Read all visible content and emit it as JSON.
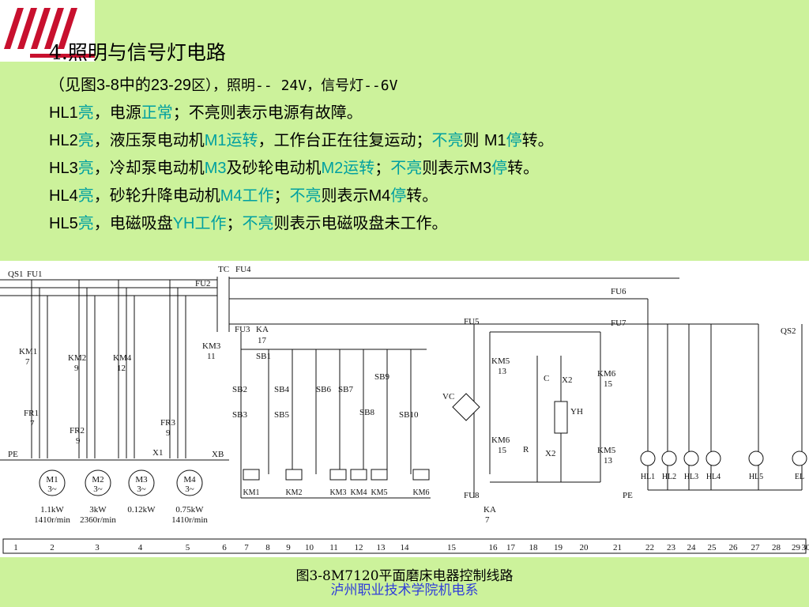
{
  "heading": "4.照明与信号灯电路",
  "subtitle": {
    "p1": "（见图",
    "ref": "3-8",
    "p2": "中的",
    "zone": "23-29",
    "p3": "区），照明-- 24V，信号灯--6V"
  },
  "hl1": {
    "lamp": "HL1",
    "on": "亮",
    "t1": "，电源",
    "normal": "正常",
    "t2": "；不亮则表示电源有故障。"
  },
  "hl2": {
    "lamp": "HL2",
    "on": "亮",
    "t1": "，液压泵电动机",
    "m": "M1",
    "run": "运转",
    "t2": "，工作台正在往复运动；",
    "off": "不亮",
    "t3": "则 ",
    "m2": "M1",
    "stop": "停",
    "t4": "转。"
  },
  "hl3": {
    "lamp": "HL3",
    "on": "亮",
    "t1": "，冷却泵电动机",
    "m": "M3",
    "t2": "及砂轮电动机",
    "m2": "M2",
    "run": "运转",
    "t3": "；",
    "off": "不亮",
    "t4": "则表示",
    "m3": "M3",
    "stop": "停",
    "t5": "转。"
  },
  "hl4": {
    "lamp": "HL4",
    "on": "亮",
    "t1": "，砂轮升降电动机",
    "m": "M4",
    "work": "工作",
    "t2": "；",
    "off": "不亮",
    "t3": "则表示",
    "m2": "M4",
    "stop": "停",
    "t4": "转。"
  },
  "hl5": {
    "lamp": "HL5",
    "on": "亮",
    "t1": "，电磁吸盘",
    "yh": "YH",
    "work": "工作",
    "t2": "；",
    "off": "不亮",
    "t3": "则表示电磁吸盘未工作。"
  },
  "diagram": {
    "labels": {
      "qs1": "QS1",
      "fu1": "FU1",
      "tc": "TC",
      "fu4": "FU4",
      "fu2": "FU2",
      "fu3": "FU3",
      "ka": "KA",
      "ka_num": "17",
      "sb1": "SB1",
      "sb2": "SB2",
      "sb3": "SB3",
      "sb4": "SB4",
      "sb5": "SB5",
      "sb6": "SB6",
      "sb7": "SB7",
      "sb8": "SB8",
      "sb9": "SB9",
      "sb10": "SB10",
      "fu5": "FU5",
      "fu6": "FU6",
      "fu7": "FU7",
      "fu8": "FU8",
      "qs2": "QS2",
      "vc": "VC",
      "yh": "YH",
      "c": "C",
      "r": "R",
      "x1": "X1",
      "x2": "X2",
      "x2b": "X2",
      "xb": "XB",
      "pe": "PE",
      "pe2": "PE",
      "km1": "KM1",
      "km1n": "7",
      "km2": "KM2",
      "km2n": "9",
      "km4": "KM4",
      "km4n": "12",
      "km3": "KM3",
      "km3n": "11",
      "fr1": "FR1",
      "fr1n": "7",
      "fr2": "FR2",
      "fr2n": "9",
      "fr3": "FR3",
      "fr3n": "9",
      "km5a": "KM5",
      "km5an": "13",
      "km6a": "KM6",
      "km6an": "15",
      "km6b": "KM6",
      "km6bn": "15",
      "km5b": "KM5",
      "km5bn": "13",
      "ka2": "KA",
      "ka2n": "7"
    },
    "motors": [
      {
        "name": "M1",
        "phase": "3~",
        "power": "1.1kW",
        "speed": "1410r/min"
      },
      {
        "name": "M2",
        "phase": "3~",
        "power": "3kW",
        "speed": "2360r/min"
      },
      {
        "name": "M3",
        "phase": "3~",
        "power": "0.12kW",
        "speed": ""
      },
      {
        "name": "M4",
        "phase": "3~",
        "power": "0.75kW",
        "speed": "1410r/min"
      }
    ],
    "lamps": [
      "HL1",
      "HL2",
      "HL3",
      "HL4",
      "HL5",
      "EL"
    ],
    "coils": [
      "KM1",
      "KM2",
      "KM3",
      "KM4",
      "KM5",
      "KM6"
    ],
    "zones": [
      "1",
      "2",
      "3",
      "4",
      "5",
      "6",
      "7",
      "8",
      "9",
      "10",
      "11",
      "12",
      "13",
      "14",
      "15",
      "16",
      "17",
      "18",
      "19",
      "20",
      "21",
      "22",
      "23",
      "24",
      "25",
      "26",
      "27",
      "28",
      "29",
      "30"
    ]
  },
  "caption": "图3-8M7120平面磨床电器控制线路",
  "footer": "泸州职业技术学院机电系"
}
